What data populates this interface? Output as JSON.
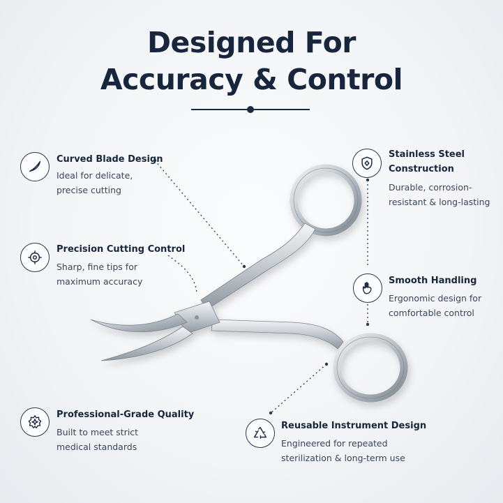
{
  "heading": {
    "line1": "Designed For",
    "line2": "Accuracy & Control"
  },
  "features": [
    {
      "id": "curved-blade",
      "icon": "curved-blade-icon",
      "title": "Curved Blade Design",
      "desc1": "Ideal for delicate,",
      "desc2": "precise cutting"
    },
    {
      "id": "precision-cutting",
      "icon": "crosshair-icon",
      "title": "Precision Cutting Control",
      "desc1": "Sharp, fine tips for",
      "desc2": "maximum accuracy"
    },
    {
      "id": "professional-grade",
      "icon": "quality-seal-icon",
      "title": "Professional-Grade Quality",
      "desc1": "Built to meet strict",
      "desc2": "medical standards"
    },
    {
      "id": "stainless-steel",
      "icon": "shield-icon",
      "title": "Stainless Steel",
      "title2": "Construction",
      "desc1": "Durable, corrosion-",
      "desc2": "resistant & long-lasting"
    },
    {
      "id": "smooth-handling",
      "icon": "hand-icon",
      "title": "Smooth Handling",
      "desc1": "Ergonomic design for",
      "desc2": "comfortable control"
    },
    {
      "id": "reusable",
      "icon": "recycle-icon",
      "title": "Reusable Instrument Design",
      "desc1": "Engineered for repeated",
      "desc2": "sterilization & long-term use"
    }
  ],
  "colors": {
    "navy": "#17263d",
    "steel_light": "#e9ecef",
    "steel_dark": "#8a929b"
  }
}
